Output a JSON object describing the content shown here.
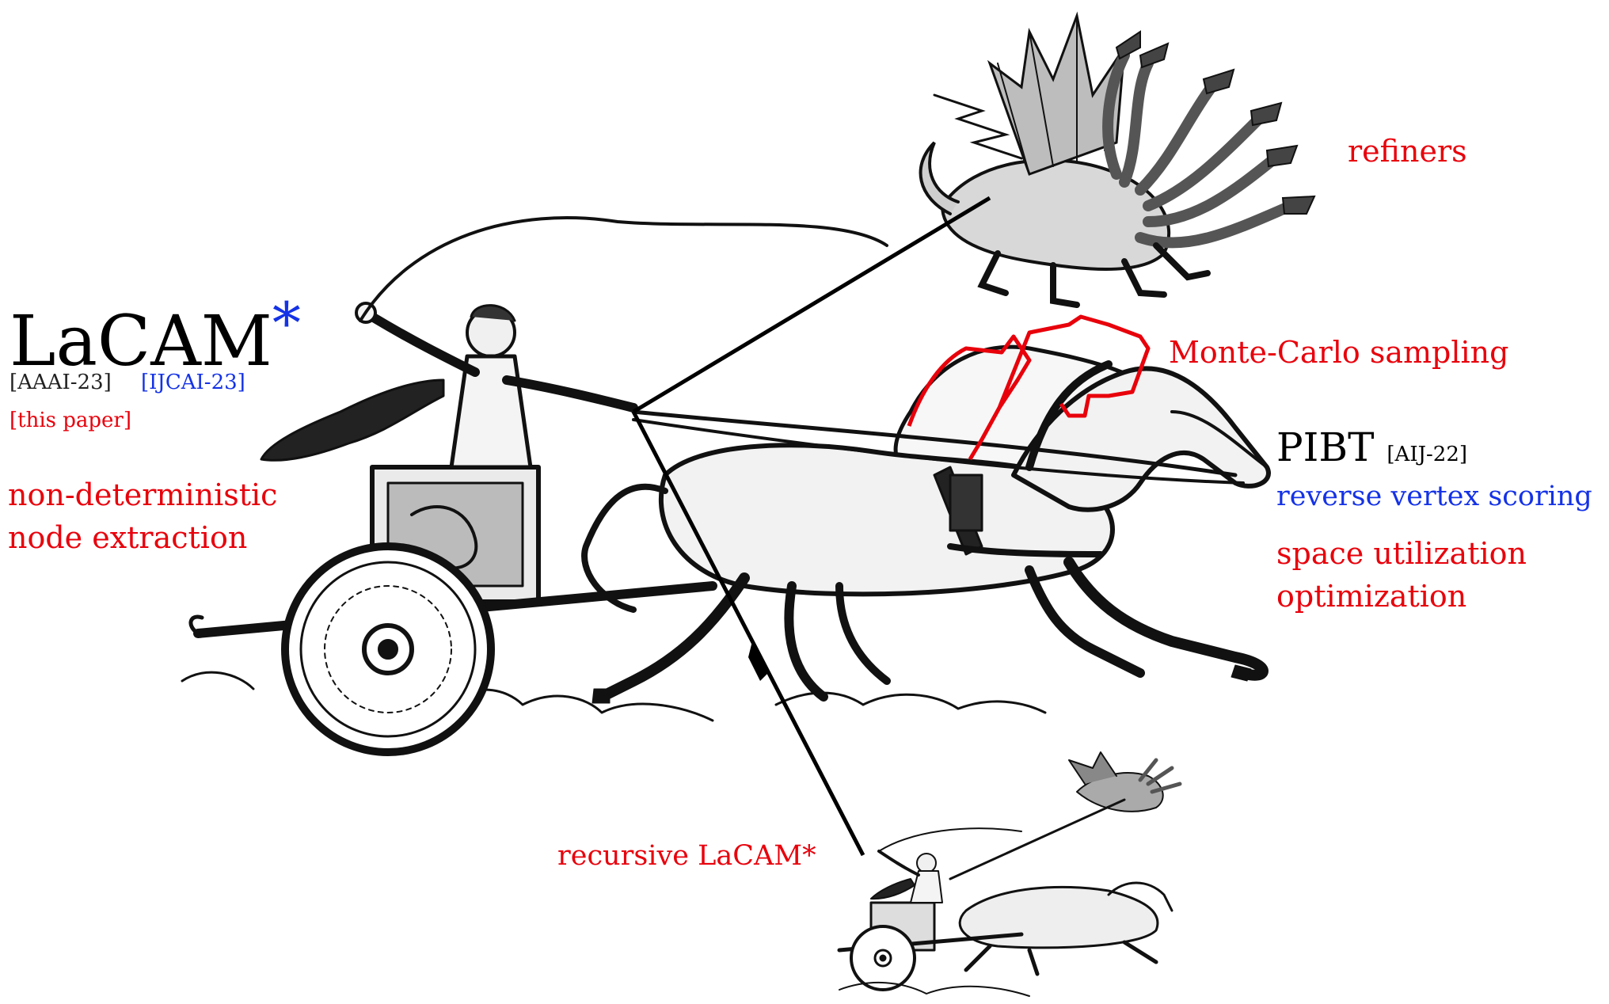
{
  "colors": {
    "accent_red": "#e8000b",
    "accent_blue": "#1432e6",
    "ink": "#000000"
  },
  "title": {
    "main": "LaCAM",
    "star": "*"
  },
  "refs": {
    "aaai": "[AAAI-23]",
    "ijcai": "[IJCAI-23]",
    "this_paper": "[this paper]"
  },
  "left_features": {
    "line1": "non-deterministic",
    "line2": "node extraction"
  },
  "refiners": "refiners",
  "monte_carlo": "Monte-Carlo sampling",
  "pibt": {
    "name": "PIBT",
    "ref": "[AIJ-22]"
  },
  "reverse_vertex_scoring": "reverse vertex scoring",
  "space_util": {
    "line1": "space utilization",
    "line2": "optimization"
  },
  "recursive": "recursive LaCAM*",
  "icons": [
    "chariot-illustration",
    "hydra-illustration",
    "horse-illustration",
    "mini-chariot-illustration"
  ]
}
